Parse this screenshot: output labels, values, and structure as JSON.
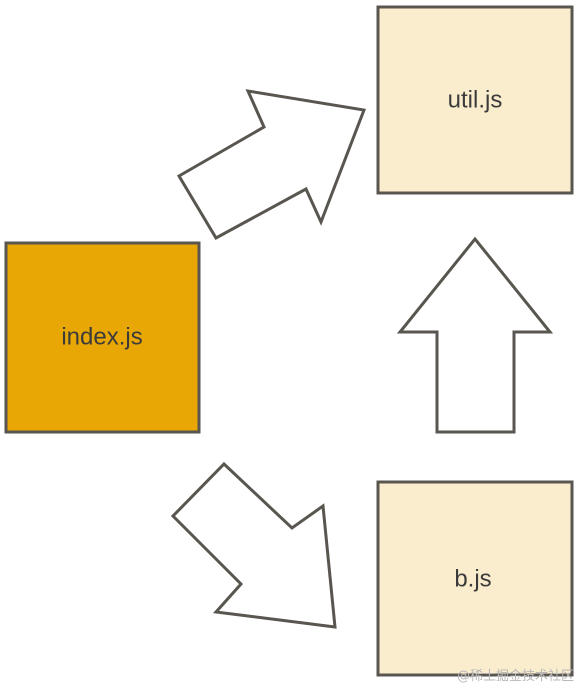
{
  "nodes": {
    "index": {
      "label": "index.js",
      "fill": "#e8a705"
    },
    "util": {
      "label": "util.js",
      "fill": "#faedcd"
    },
    "b": {
      "label": "b.js",
      "fill": "#faedcd"
    }
  },
  "border_color": "#595650",
  "arrow_fill": "#ffffff",
  "arrows": [
    {
      "from": "index",
      "to": "util"
    },
    {
      "from": "b",
      "to": "util"
    },
    {
      "from": "index",
      "to": "b"
    }
  ],
  "watermark": "@稀土掘金技术社区"
}
